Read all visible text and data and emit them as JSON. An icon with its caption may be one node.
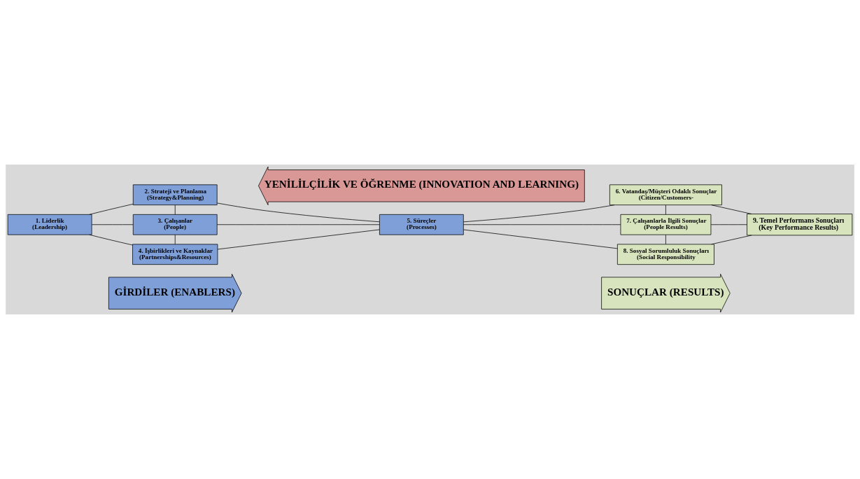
{
  "diagram": {
    "nodes": [
      {
        "text": [
          "GİRDİLER (ENABLERS)"
        ]
      },
      {
        "text": [
          "SONUÇLAR (RESULTS)"
        ]
      },
      {
        "text": [
          "1. Liderlik",
          "(Leadership)"
        ]
      },
      {
        "text": [
          "2. Strateji ve Planlama",
          "(Strategy&Planning)"
        ]
      },
      {
        "text": [
          "3. Çalışanlar",
          "(People)"
        ]
      },
      {
        "text": [
          "4. İşbirlikleri ve Kaynaklar",
          "(Partnerships&Resources)"
        ]
      },
      {
        "text": [
          "5. Süreçler",
          "(Processes)"
        ]
      },
      {
        "text": [
          "6. Vatandaş/Müşteri Odaklı Sonuçlar",
          "(Citizen/Customers-"
        ]
      },
      {
        "text": [
          "7. Çalışanlarla İlgili Sonuçlar",
          "(People Results)"
        ]
      },
      {
        "text": [
          "8. Sosyal Sorumluluk Sonuçları",
          "(Social Responsibility"
        ]
      },
      {
        "text": [
          "9. Temel Performans Sonuçları",
          "(Key Performance Results)"
        ]
      },
      {
        "text": [
          "YENİLİLÇİLİK VE ÖĞRENME (INNOVATION AND LEARNING)"
        ]
      }
    ],
    "edges": [
      {
        "from": 2,
        "to": 3,
        "arrow": "none"
      },
      {
        "from": 2,
        "to": 4,
        "arrow": "none"
      },
      {
        "from": 2,
        "to": 5,
        "arrow": "none"
      },
      {
        "from": 3,
        "to": 4,
        "arrow": "none"
      },
      {
        "from": 4,
        "to": 5,
        "arrow": "none"
      },
      {
        "from": 3,
        "to": 6,
        "arrow": "none"
      },
      {
        "from": 4,
        "to": 6,
        "arrow": "none"
      },
      {
        "from": 5,
        "to": 6,
        "arrow": "none"
      },
      {
        "from": 6,
        "to": 7,
        "arrow": "none"
      },
      {
        "from": 6,
        "to": 8,
        "arrow": "none"
      },
      {
        "from": 6,
        "to": 9,
        "arrow": "none"
      },
      {
        "from": 7,
        "to": 8,
        "arrow": "none"
      },
      {
        "from": 8,
        "to": 9,
        "arrow": "none"
      },
      {
        "from": 7,
        "to": 10,
        "arrow": "none"
      },
      {
        "from": 8,
        "to": 10,
        "arrow": "none"
      },
      {
        "from": 9,
        "to": 10,
        "arrow": "none"
      }
    ]
  }
}
